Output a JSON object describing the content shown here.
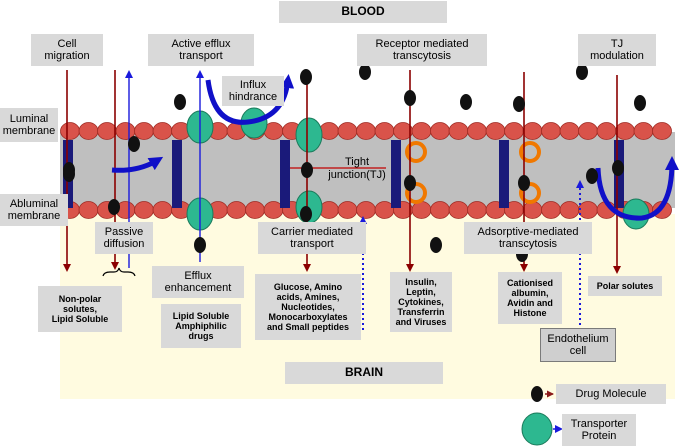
{
  "labels": {
    "blood": "BLOOD",
    "brain": "BRAIN",
    "cell_migration": "Cell\nmigration",
    "active_efflux": "Active efflux\ntransport",
    "receptor_mediated": "Receptor mediated\ntranscytosis",
    "tj_modulation": "TJ\nmodulation",
    "influx_hindrance": "Influx\nhindrance",
    "luminal_membrane": "Luminal\nmembrane",
    "abluminal_membrane": "Abluminal\nmembrane",
    "tight_junction": "Tight\njunction(TJ)",
    "passive_diffusion": "Passive\ndiffusion",
    "carrier_mediated": "Carrier mediated\ntransport",
    "adsorptive_mediated": "Adsorptive-mediated\ntranscytosis",
    "efflux_enhancement": "Efflux\nenhancement",
    "non_polar": "Non-polar\nsolutes,\nLipid Soluble",
    "lipid_soluble": "Lipid Soluble\nAmphiphilic\ndrugs",
    "glucose": "Glucose, Amino\nacids, Amines,\nNucleotides,\nMonocarboxylates\nand Small peptides",
    "insulin": "Insulin,\nLeptin,\nCytokines,\nTransferrin\nand Viruses",
    "cationised": "Cationised\nalbumin,\nAvidin and\nHistone",
    "polar_solutes": "Polar solutes",
    "endothelium": "Endothelium\ncell"
  },
  "legend": {
    "drug_molecule": "Drug Molecule",
    "transporter_protein": "Transporter\nProtein"
  },
  "colors": {
    "membrane_bead": "#d9534a",
    "membrane_core": "#bfbfbf",
    "brain_bg": "#fffbe0",
    "junction": "#1a1a7a",
    "transporter": "#2db890",
    "drug": "#111111",
    "receptor_ring": "#f07800",
    "arrow_dark_red": "#8b0000",
    "arrow_blue": "#1a1adc",
    "label_box": "#d9d9d9"
  }
}
